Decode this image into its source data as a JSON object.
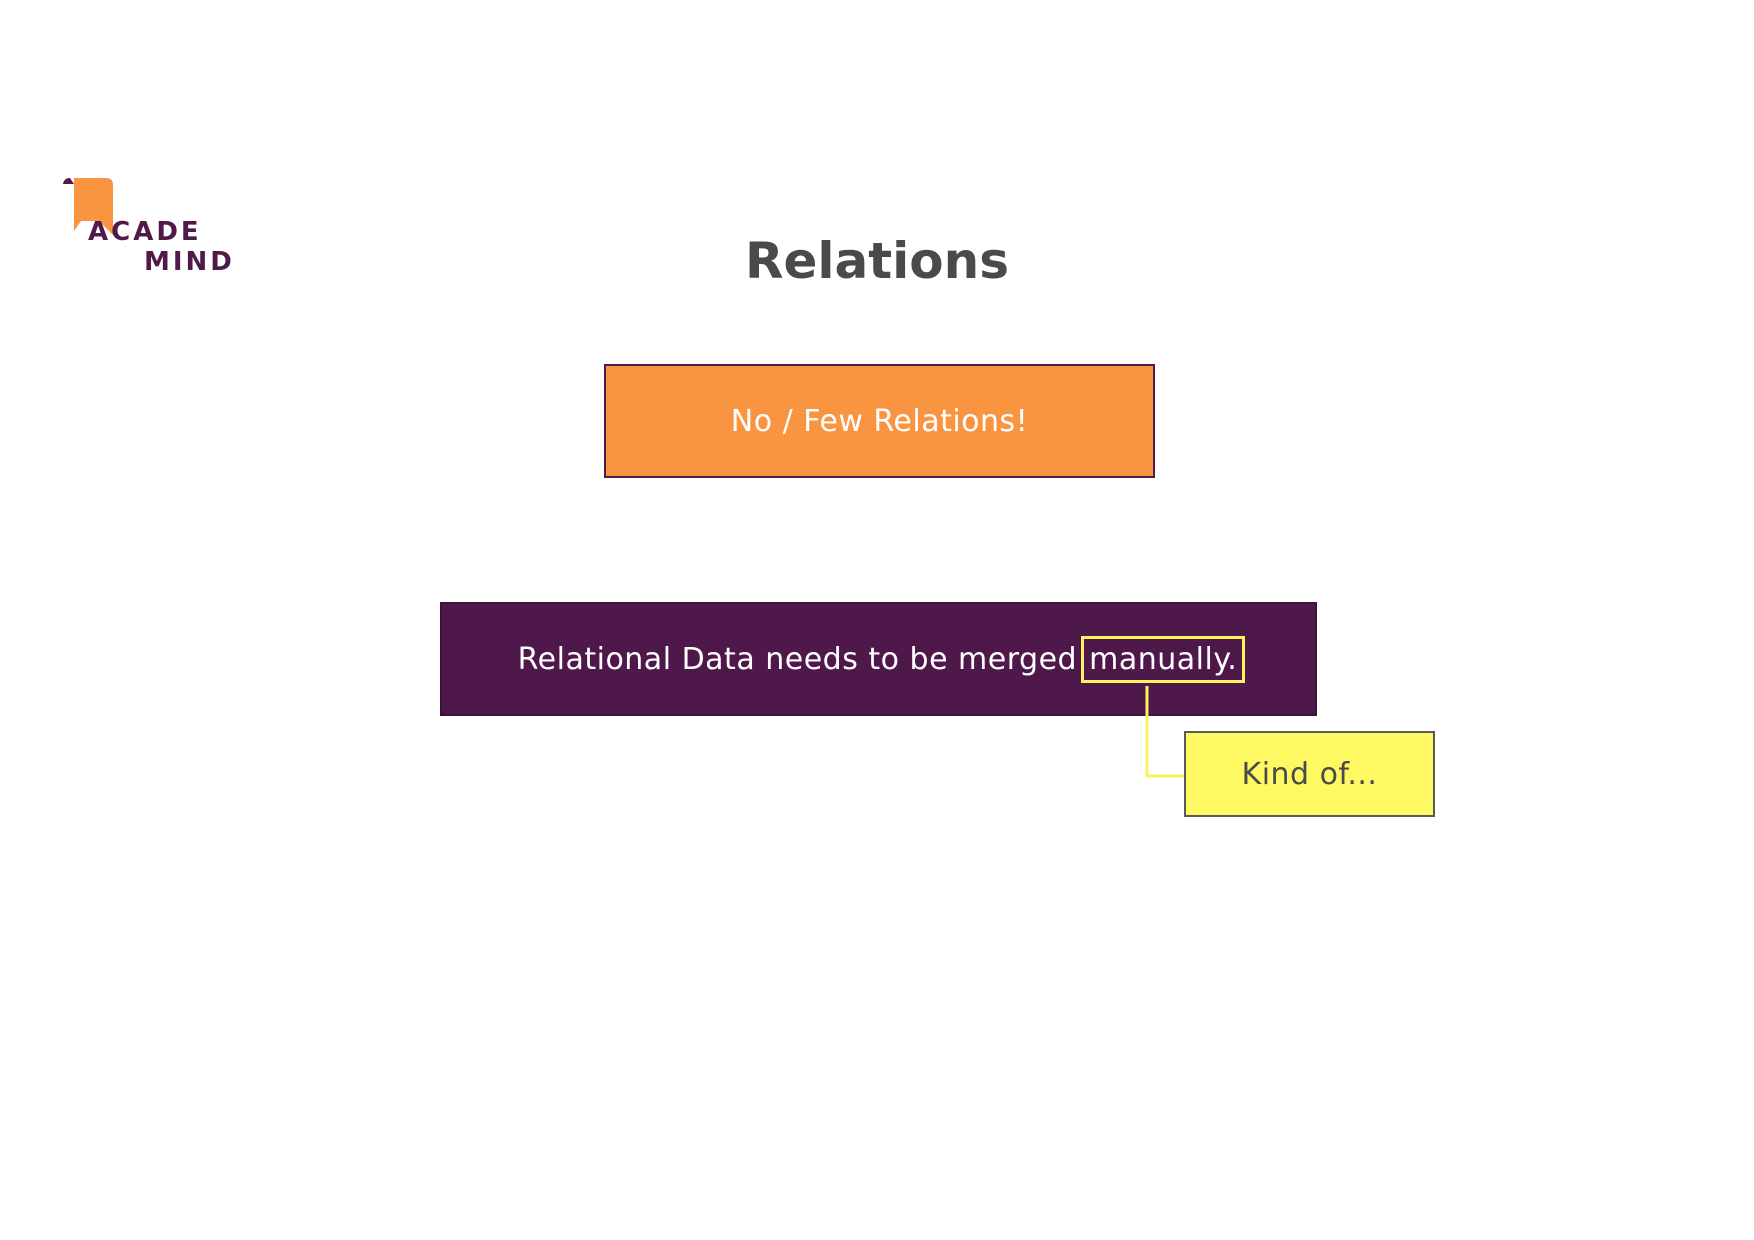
{
  "logo": {
    "line1": "ACADE",
    "line2": "MIND",
    "icon": "bookmark-icon",
    "colors": {
      "orange": "#f99441",
      "purple": "#4f1a4a"
    }
  },
  "title": "Relations",
  "boxes": {
    "top": {
      "text": "No / Few Relations!",
      "color": "#f99441"
    },
    "middle": {
      "text_before": "Relational Data needs to be merged ",
      "highlight": "manually.",
      "color": "#4f184b"
    },
    "note": {
      "text": "Kind of...",
      "color": "#fef962"
    }
  },
  "colors": {
    "title": "#4a4a4a",
    "highlight_outline": "#fdf35e"
  }
}
